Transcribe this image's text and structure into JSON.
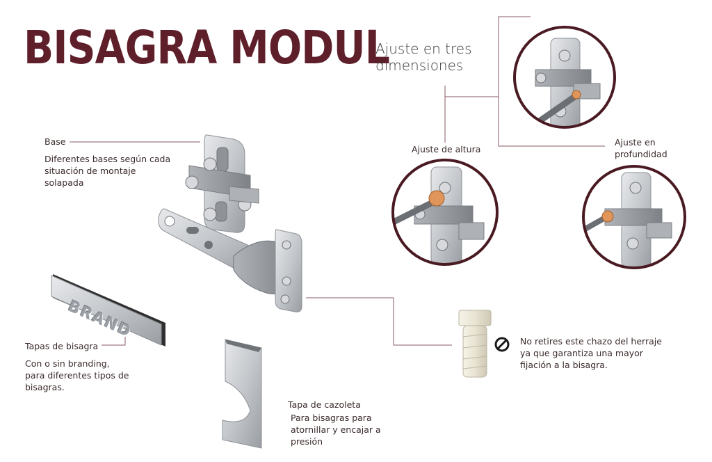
{
  "title": "BISAGRA MODUL",
  "adjustment": {
    "heading": "Ajuste en tres dimensiones",
    "height_label": "Ajuste de altura",
    "depth_label": "Ajuste en profundidad"
  },
  "base": {
    "heading": "Base",
    "description": "Diferentes bases según cada situación de montaje solapada"
  },
  "caps": {
    "heading": "Tapas de bisagra",
    "description": "Con o sin branding, para diferentes tipos de bisagras.",
    "brand_text": "BRAND"
  },
  "cup_cover": {
    "heading": "Tapa de cazoleta",
    "description": "Para bisagras para atornillar y encajar a presión"
  },
  "dowel": {
    "warning": "No retires este chazo del herraje ya que garantiza una mayor fijación a la bisagra.",
    "icon": "prohibited-icon"
  },
  "colors": {
    "brand": "#5e1f2a",
    "line": "#8a5a62",
    "metal": "#c4c7cb",
    "screw_accent": "#e0955a"
  }
}
